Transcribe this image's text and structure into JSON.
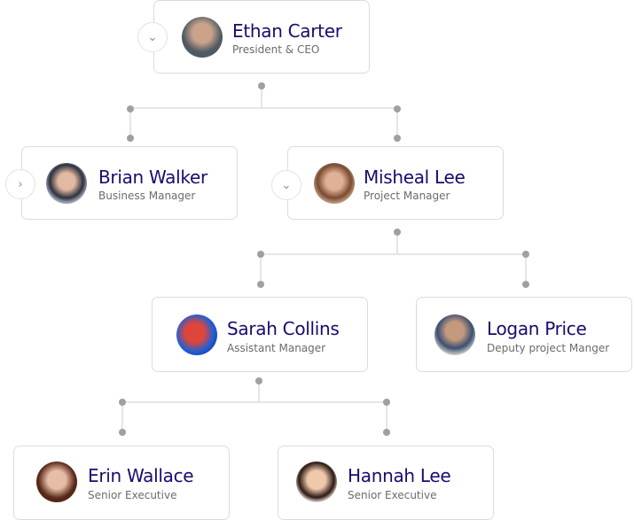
{
  "people": [
    {
      "name": "Ethan Carter",
      "role": "President & CEO"
    },
    {
      "name": "Brian Walker",
      "role": "Business Manager"
    },
    {
      "name": "Misheal Lee",
      "role": "Project Manager"
    },
    {
      "name": "Sarah Collins",
      "role": "Assistant Manager"
    },
    {
      "name": "Logan Price",
      "role": "Deputy project Manger"
    },
    {
      "name": "Erin Wallace",
      "role": "Senior Executive"
    },
    {
      "name": "Hannah Lee",
      "role": "Senior Executive"
    }
  ],
  "icons": {
    "collapse": "chevron-down-icon",
    "expand": "chevron-right-icon"
  },
  "colors": {
    "name": "#1b0a6e",
    "line": "#dddddd",
    "dot": "#a0a0a0"
  }
}
